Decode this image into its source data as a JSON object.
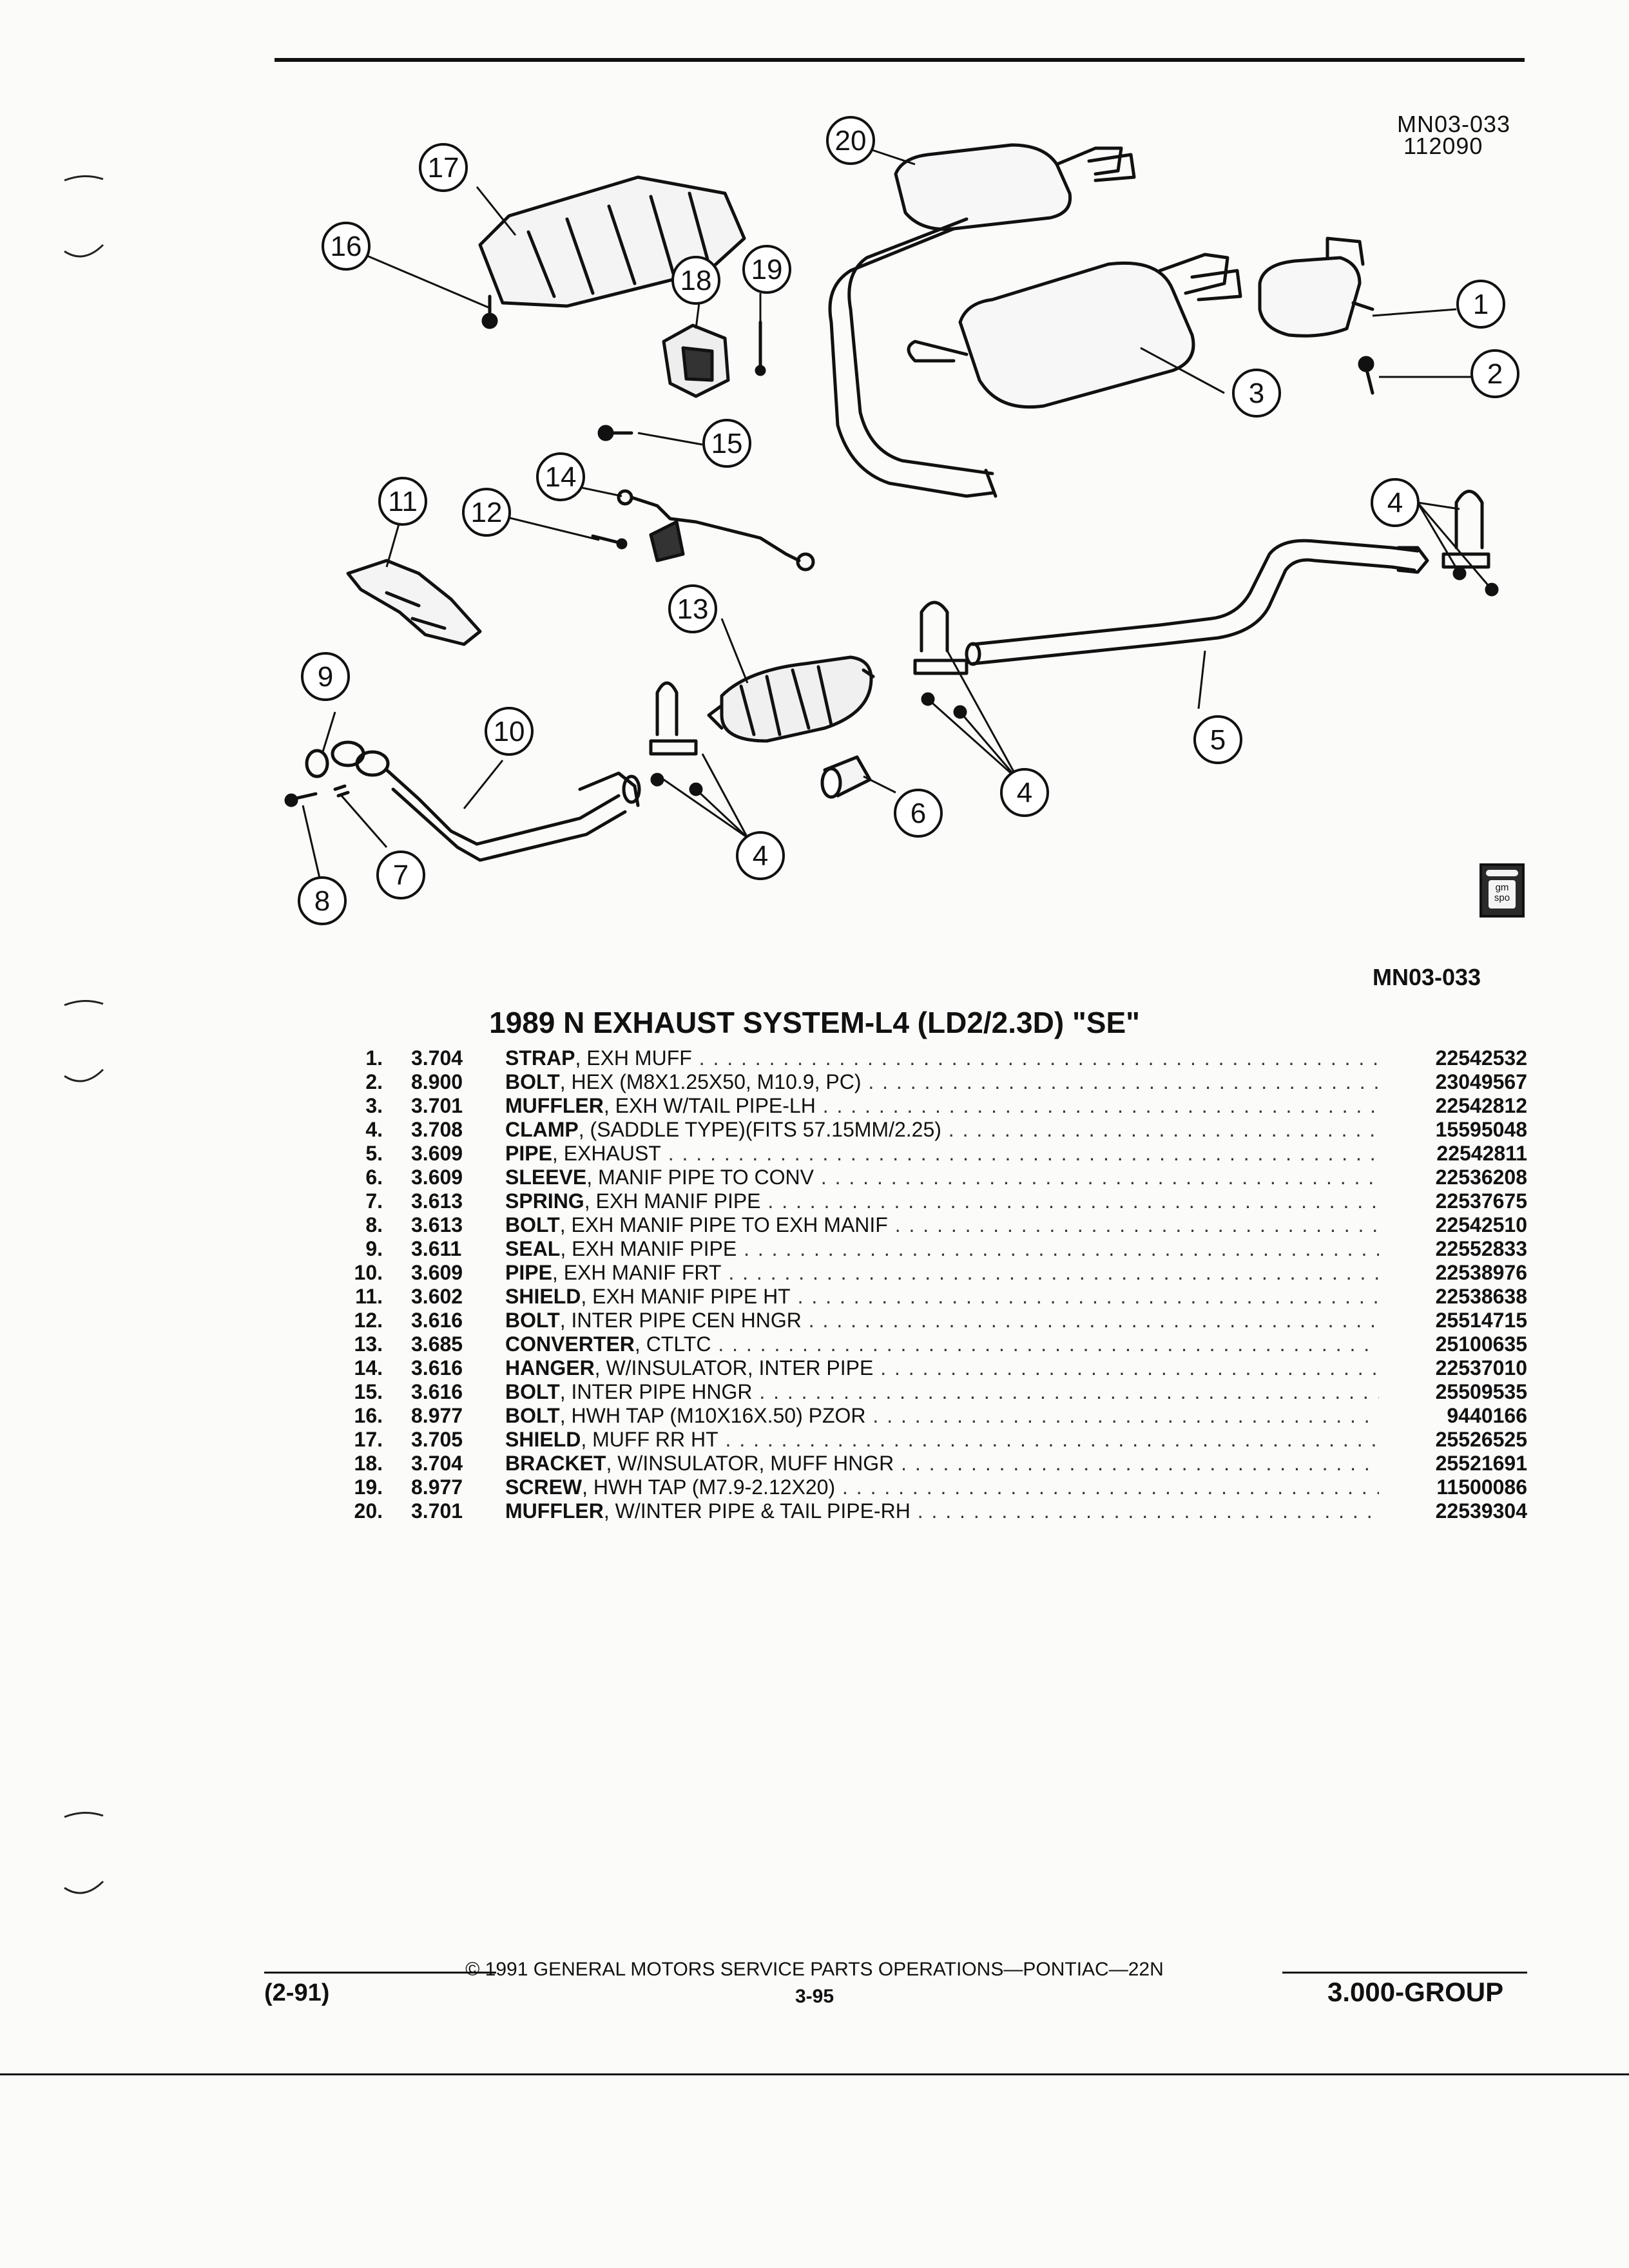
{
  "figure": {
    "id_top": "MN03-033",
    "date_code": "112090",
    "id_bottom": "MN03-033",
    "callouts": [
      "1",
      "2",
      "3",
      "4",
      "4",
      "4",
      "5",
      "6",
      "7",
      "8",
      "9",
      "10",
      "11",
      "12",
      "13",
      "14",
      "15",
      "16",
      "17",
      "18",
      "19",
      "20"
    ]
  },
  "title": "1989 N EXHAUST SYSTEM-L4 (LD2/2.3D) \"SE\"",
  "parts": [
    {
      "num": "1.",
      "group": "3.704",
      "name": "STRAP",
      "desc": ", EXH MUFF",
      "pn": "22542532"
    },
    {
      "num": "2.",
      "group": "8.900",
      "name": "BOLT",
      "desc": ", HEX (M8X1.25X50, M10.9, PC)",
      "pn": "23049567"
    },
    {
      "num": "3.",
      "group": "3.701",
      "name": "MUFFLER",
      "desc": ", EXH W/TAIL PIPE-LH",
      "pn": "22542812"
    },
    {
      "num": "4.",
      "group": "3.708",
      "name": "CLAMP",
      "desc": ", (SADDLE TYPE)(FITS 57.15MM/2.25)",
      "pn": "15595048"
    },
    {
      "num": "5.",
      "group": "3.609",
      "name": "PIPE",
      "desc": ", EXHAUST",
      "pn": "22542811"
    },
    {
      "num": "6.",
      "group": "3.609",
      "name": "SLEEVE",
      "desc": ", MANIF PIPE TO CONV",
      "pn": "22536208"
    },
    {
      "num": "7.",
      "group": "3.613",
      "name": "SPRING",
      "desc": ", EXH MANIF PIPE",
      "pn": "22537675"
    },
    {
      "num": "8.",
      "group": "3.613",
      "name": "BOLT",
      "desc": ", EXH MANIF PIPE TO EXH MANIF",
      "pn": "22542510"
    },
    {
      "num": "9.",
      "group": "3.611",
      "name": "SEAL",
      "desc": ", EXH MANIF PIPE",
      "pn": "22552833"
    },
    {
      "num": "10.",
      "group": "3.609",
      "name": "PIPE",
      "desc": ", EXH MANIF FRT",
      "pn": "22538976"
    },
    {
      "num": "11.",
      "group": "3.602",
      "name": "SHIELD",
      "desc": ", EXH MANIF PIPE HT",
      "pn": "22538638"
    },
    {
      "num": "12.",
      "group": "3.616",
      "name": "BOLT",
      "desc": ", INTER PIPE CEN HNGR",
      "pn": "25514715"
    },
    {
      "num": "13.",
      "group": "3.685",
      "name": "CONVERTER",
      "desc": ", CTLTC",
      "pn": "25100635"
    },
    {
      "num": "14.",
      "group": "3.616",
      "name": "HANGER",
      "desc": ", W/INSULATOR, INTER PIPE",
      "pn": "22537010"
    },
    {
      "num": "15.",
      "group": "3.616",
      "name": "BOLT",
      "desc": ", INTER PIPE HNGR",
      "pn": "25509535"
    },
    {
      "num": "16.",
      "group": "8.977",
      "name": "BOLT",
      "desc": ", HWH TAP (M10X16X.50) PZOR",
      "pn": "9440166"
    },
    {
      "num": "17.",
      "group": "3.705",
      "name": "SHIELD",
      "desc": ", MUFF RR HT",
      "pn": "25526525"
    },
    {
      "num": "18.",
      "group": "3.704",
      "name": "BRACKET",
      "desc": ", W/INSULATOR, MUFF HNGR",
      "pn": "25521691"
    },
    {
      "num": "19.",
      "group": "8.977",
      "name": "SCREW",
      "desc": ", HWH TAP (M7.9-2.12X20)",
      "pn": "11500086"
    },
    {
      "num": "20.",
      "group": "3.701",
      "name": "MUFFLER",
      "desc": ", W/INTER PIPE & TAIL PIPE-RH",
      "pn": "22539304"
    }
  ],
  "footer": {
    "copyright": "© 1991 GENERAL MOTORS SERVICE PARTS OPERATIONS—PONTIAC—22N",
    "page": "3-95",
    "date": "(2-91)",
    "group": "3.000-GROUP"
  },
  "logo": {
    "text": "gm spo"
  }
}
